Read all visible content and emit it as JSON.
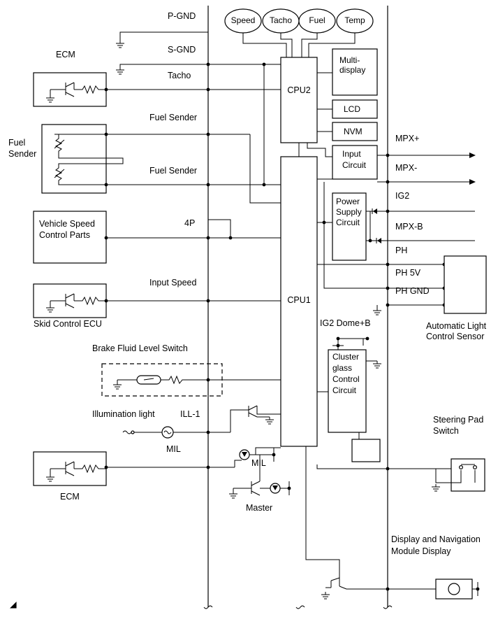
{
  "gauges": {
    "speed": "Speed",
    "tacho": "Tacho",
    "fuel": "Fuel",
    "temp": "Temp"
  },
  "left": {
    "pgnd": "P-GND",
    "sgnd": "S-GND",
    "ecm_top": "ECM",
    "tacho": "Tacho",
    "fuel_sender_top": "Fuel Sender",
    "fuel_sender_box_1": "Fuel",
    "fuel_sender_box_2": "Sender",
    "fuel_sender_bottom": "Fuel Sender",
    "vsc_1": "Vehicle Speed",
    "vsc_2": "Control Parts",
    "fourp": "4P",
    "input_speed": "Input Speed",
    "skid": "Skid Control ECU",
    "brake": "Brake Fluid Level Switch",
    "illum": "Illumination light",
    "ill1": "ILL-1",
    "mil_left": "MIL",
    "ecm_bottom": "ECM",
    "mil_right": "MIL",
    "master": "Master"
  },
  "internal": {
    "cpu2": "CPU2",
    "cpu1": "CPU1",
    "multi_1": "Multi-",
    "multi_2": "display",
    "lcd": "LCD",
    "nvm": "NVM",
    "input_1": "Input",
    "input_2": "Circuit",
    "power_1": "Power",
    "power_2": "Supply",
    "power_3": "Circuit",
    "cluster_1": "Cluster",
    "cluster_2": "glass",
    "cluster_3": "Control",
    "cluster_4": "Circuit",
    "ig2dome": "IG2 Dome+B"
  },
  "right": {
    "mpxp": "MPX+",
    "mpxm": "MPX-",
    "ig2": "IG2",
    "mpxb": "MPX-B",
    "ph": "PH",
    "ph5v": "PH 5V",
    "phgnd": "PH GND",
    "als_1": "Automatic Light",
    "als_2": "Control Sensor",
    "steer_1": "Steering Pad",
    "steer_2": "Switch",
    "disp_1": "Display and Navigation",
    "disp_2": "Module Display"
  }
}
